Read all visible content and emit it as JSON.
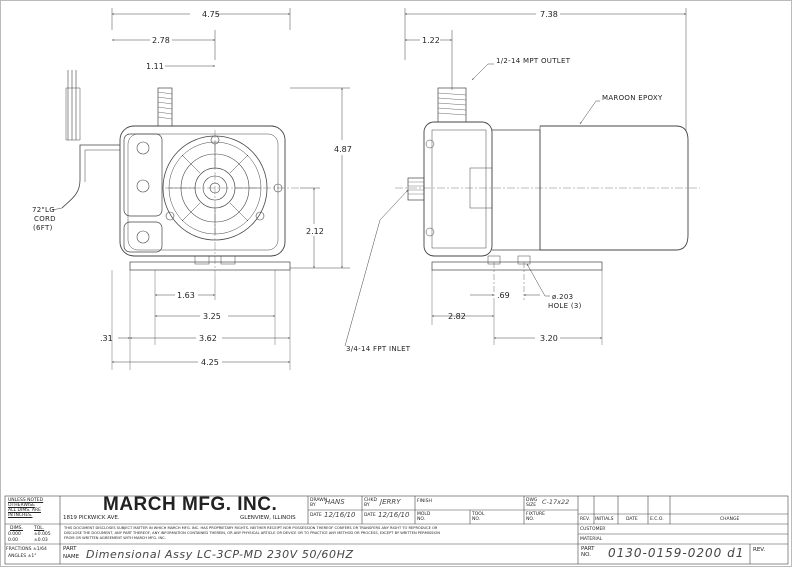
{
  "dimensions": {
    "front_width": "4.75",
    "front_278": "2.78",
    "front_111": "1.11",
    "front_height": "4.87",
    "front_212": "2.12",
    "front_163": "1.63",
    "front_325": "3.25",
    "front_362": "3.62",
    "front_031": ".31",
    "front_425": "4.25",
    "side_length": "7.38",
    "side_122": "1.22",
    "side_069": ".69",
    "side_282": "2.82",
    "side_320": "3.20"
  },
  "callouts": {
    "outlet": "1/2-14 MPT OUTLET",
    "epoxy": "MAROON EPOXY",
    "cord_1": "72\"LG",
    "cord_2": "CORD",
    "cord_3": "(6FT)",
    "hole_1": "ø.203",
    "hole_2": "HOLE (3)",
    "inlet": "3/4-14 FPT INLET"
  },
  "title_block": {
    "tol_1": "UNLESS NOTED",
    "tol_2": "OTHERWISE",
    "tol_3": "ALL DIMS. ARE",
    "tol_4": "IN INCHES.",
    "dims_hdr": "DIMS.",
    "tol_hdr": "TOL.",
    "dim_a": "0.000",
    "tol_a": "±0.005",
    "dim_b": "0.00",
    "tol_b": "±0.03",
    "fractions": "FRACTIONS ±1/64",
    "angles": "ANGLES ±1°",
    "company": "MARCH MFG. INC.",
    "address": "1819 PICKWICK AVE.",
    "city": "GLENVIEW, ILLINOIS",
    "drawn_by_label_1": "DRAWN",
    "drawn_by_label_2": "BY",
    "drawn_by": "HANS",
    "chkd_label_1": "CHKD",
    "chkd_label_2": "BY",
    "chkd_by": "JERRY",
    "date_label": "DATE",
    "drawn_date": "12/16/10",
    "chkd_date": "12/16/10",
    "finish_label": "FINISH",
    "mold_label_1": "MOLD",
    "mold_label_2": "NO.",
    "tool_label_1": "TOOL",
    "tool_label_2": "NO.",
    "dwg_size_label_1": "DWG",
    "dwg_size_label_2": "SIZE",
    "dwg_size": "C-17x22",
    "fixture_label_1": "FIXTURE",
    "fixture_label_2": "NO.",
    "disclaimer_1": "THIS DOCUMENT DISCLOSES SUBJECT MATTER IN WHICH MARCH MFG. INC. HAS PROPRIETARY RIGHTS. NEITHER RECEIPT NOR POSSESSION THEREOF CONFERS OR TRANSFERS ANY RIGHT TO REPRODUCE OR",
    "disclaimer_2": "DISCLOSE THE DOCUMENT, ANY PART THEREOF, ANY INFORMATION CONTAINED THEREIN, OR ANY PHYSICAL ARTICLE OR DEVICE OR TO PRACTICE ANY METHOD OR PROCESS, EXCEPT BY WRITTEN PERMISSION",
    "disclaimer_3": "FROM OR WRITTEN AGREEMENT WITH MARCH MFG. INC.",
    "part_label": "PART",
    "name_label": "NAME",
    "part_name": "Dimensional Assy LC-3CP-MD 230V 50/60HZ",
    "rev_col": "REV.",
    "initials_col": "INITIALS",
    "date_col": "DATE",
    "eco_col": "E.C.O.",
    "change_col": "CHANGE",
    "customer_label": "CUSTOMER",
    "material_label": "MATERIAL",
    "part_no_label_1": "PART",
    "part_no_label_2": "NO.",
    "part_no": "0130-0159-0200 d1",
    "rev_label": "REV."
  }
}
